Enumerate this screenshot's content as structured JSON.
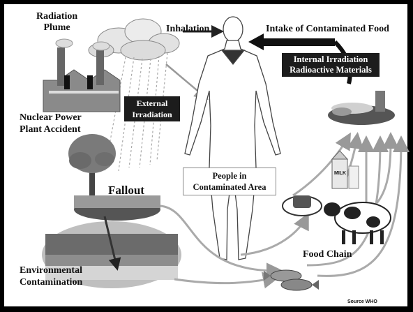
{
  "labels": {
    "radiation_plume": [
      "Radiation",
      "Plume"
    ],
    "nuclear_accident": [
      "Nuclear Power",
      "Plant Accident"
    ],
    "inhalation": "Inhalation",
    "intake": "Intake of Contaminated Food",
    "internal_irradiation": [
      "Internal Irradiation",
      "Radioactive Materials"
    ],
    "external_irradiation": [
      "External",
      "Irradiation"
    ],
    "fallout": "Fallout",
    "people": [
      "People in",
      "Contaminated Area"
    ],
    "environmental": [
      "Environmental",
      "Contamination"
    ],
    "food_chain": "Food Chain",
    "source": "Source WHO",
    "milk_carton": "MILK"
  }
}
